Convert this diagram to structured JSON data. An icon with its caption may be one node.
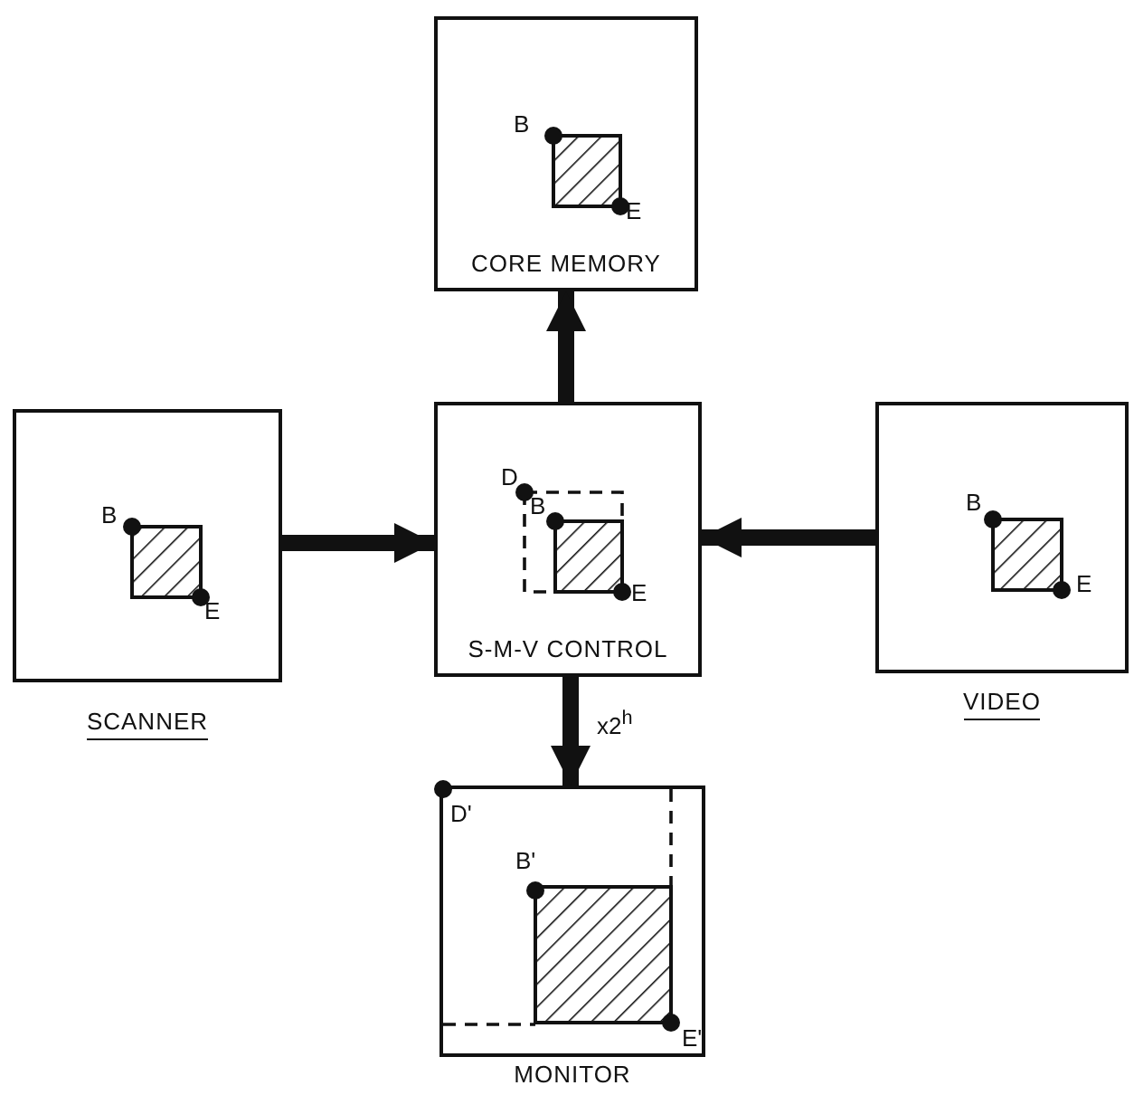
{
  "diagram": {
    "nodes": [
      {
        "text": [
          "CORE MEMORY"
        ]
      },
      {
        "text": [
          "SCANNER"
        ]
      },
      {
        "text": [
          "S-M-V CONTROL"
        ]
      },
      {
        "text": [
          "VIDEO"
        ]
      },
      {
        "text": [
          "MONITOR"
        ]
      }
    ],
    "edges": [
      {
        "from": 2,
        "to": 0,
        "arrow": "to"
      },
      {
        "from": 1,
        "to": 2,
        "arrow": "to"
      },
      {
        "from": 3,
        "to": 2,
        "arrow": "to"
      },
      {
        "from": 2,
        "to": 4,
        "arrow": "to",
        "label": "x2$^{h}$"
      }
    ],
    "labels": [
      "B",
      "E",
      "B",
      "E",
      "D",
      "B",
      "E",
      "B",
      "E",
      "D'",
      "B'",
      "E'"
    ]
  }
}
